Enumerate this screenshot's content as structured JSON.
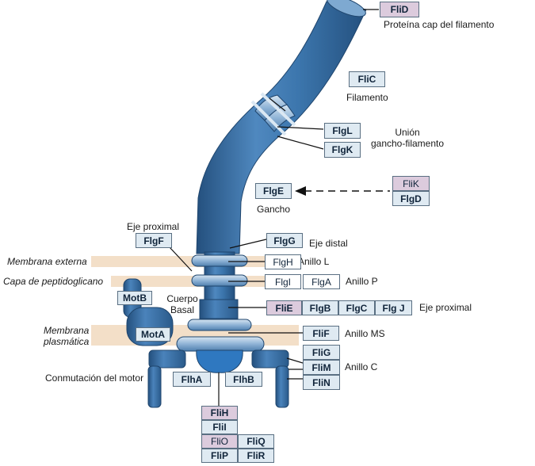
{
  "labels": {
    "proteina_cap": "Proteína cap del filamento",
    "filamento": "Filamento",
    "union": "Unión\ngancho-filamento",
    "gancho": "Gancho",
    "eje_proximal_top": "Eje proximal",
    "eje_distal": "Eje distal",
    "membrana_externa": "Membrana externa",
    "anillo_l": "Anillo L",
    "capa_peptidoglicano": "Capa de peptidoglicano",
    "anillo_p": "Anillo P",
    "cuerpo_basal": "Cuerpo\nBasal",
    "eje_proximal_right": "Eje proximal",
    "membrana_plasmatica": "Membrana\nplasmática",
    "anillo_ms": "Anillo MS",
    "anillo_c": "Anillo C",
    "conmutacion": "Conmutación del motor"
  },
  "proteins": {
    "flid": "FliD",
    "flic": "FliC",
    "flgl": "FlgL",
    "flgk": "FlgK",
    "flgk_export": "FliK",
    "flgd": "FlgD",
    "flge": "FlgE",
    "flgf": "FlgF",
    "flgg": "FlgG",
    "flgh": "FlgH",
    "flgi": "FlgI",
    "flga": "FlgA",
    "motb": "MotB",
    "mota": "MotA",
    "flie": "FliE",
    "flgb": "FlgB",
    "flgc": "FlgC",
    "flgj": "Flg J",
    "flif": "FliF",
    "flig": "FliG",
    "flim": "FliM",
    "flin": "FliN",
    "flha": "FlhA",
    "flhb": "FlhB",
    "flih": "FliH",
    "flii": "FliI",
    "flio": "FliO",
    "fliq": "FliQ",
    "flip": "FliP",
    "flir": "FliR"
  },
  "colors": {
    "structure_blue": "#3c76ad",
    "structure_light": "#7ea9d1",
    "structure_dark": "#24507e",
    "membrane_band": "#f3dfc8",
    "protein_box": "#dfeaf2",
    "protein_box_pink": "#dccbdd"
  }
}
